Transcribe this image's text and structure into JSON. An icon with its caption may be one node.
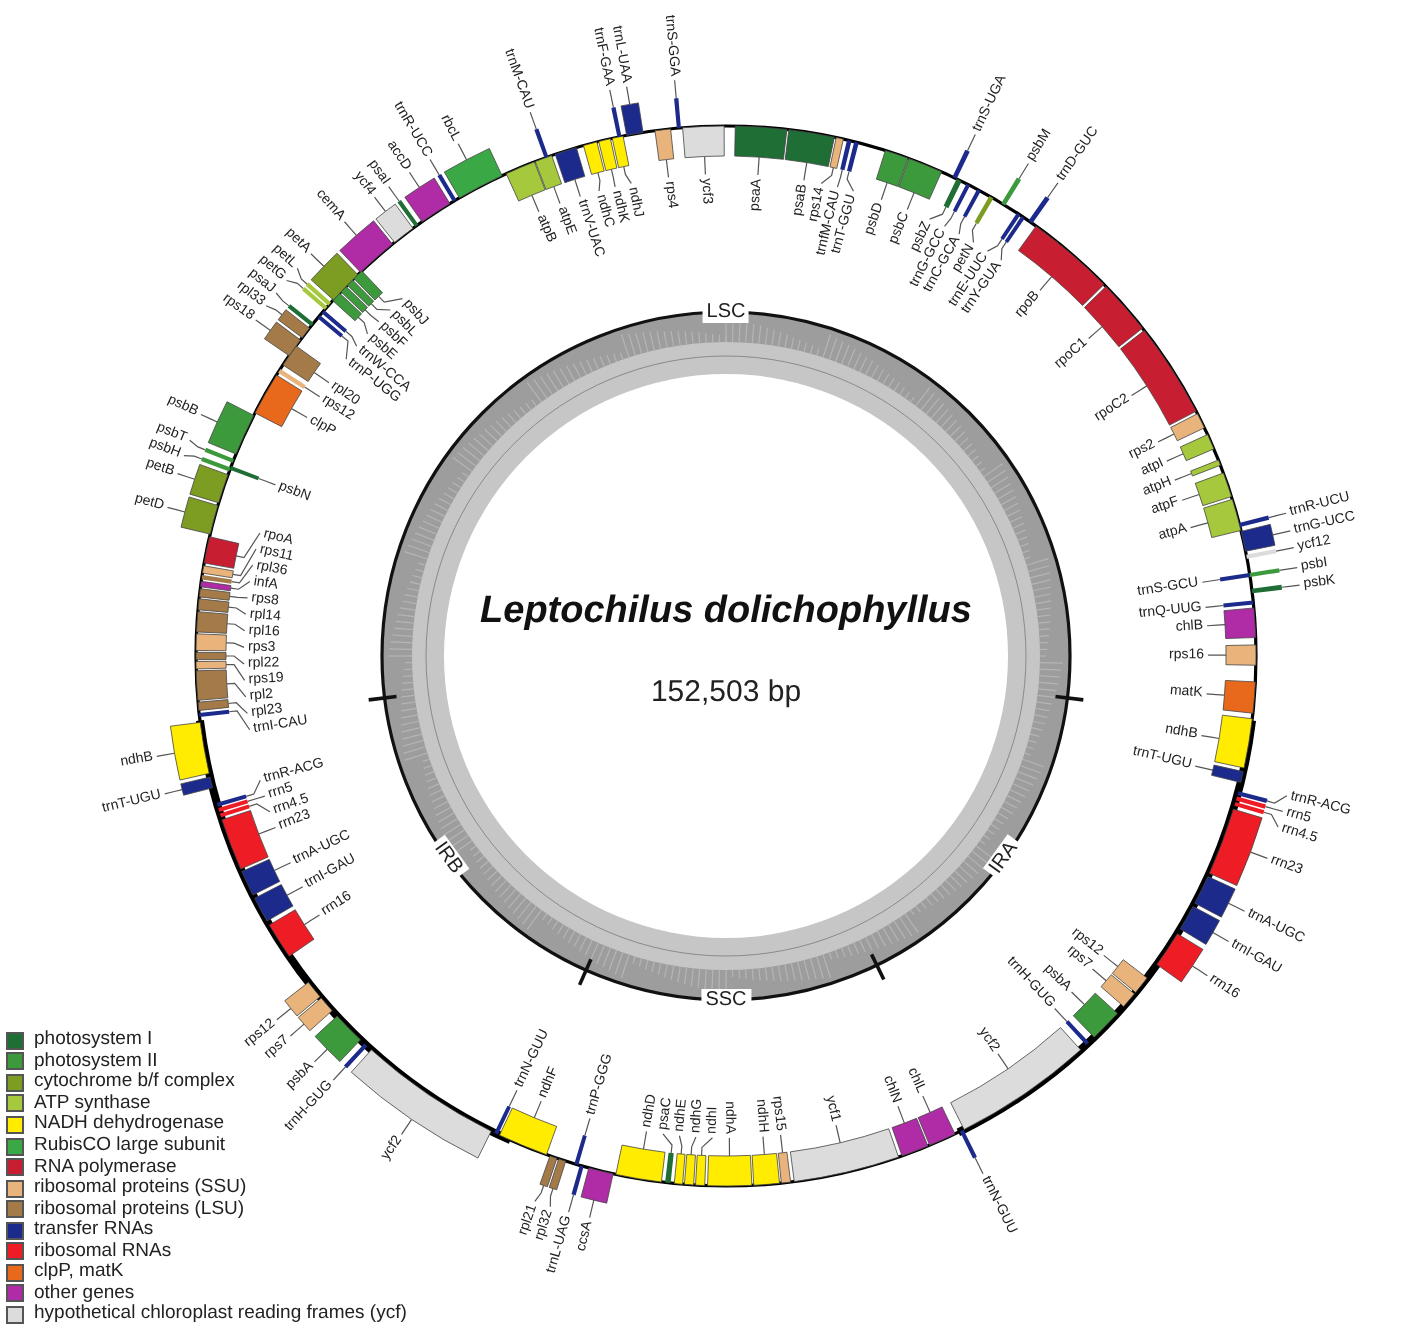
{
  "diagram": {
    "title": "Leptochilus dolichophyllus",
    "nodes": [
      {
        "text": [
          "psaA"
        ]
      },
      {
        "text": [],
        "shape": "box"
      },
      {
        "text": [
          "psaB"
        ]
      },
      {
        "text": [],
        "shape": "box"
      },
      {
        "text": [
          "rps14"
        ]
      },
      {
        "text": [],
        "shape": "box"
      },
      {
        "text": [
          "trnfM-CAU"
        ]
      },
      {
        "text": [],
        "shape": "box"
      },
      {
        "text": [
          "trnT-GGU"
        ]
      },
      {
        "text": [],
        "shape": "box"
      },
      {
        "text": [
          "psbD"
        ]
      },
      {
        "text": [],
        "shape": "box"
      },
      {
        "text": [
          "psbC"
        ]
      },
      {
        "text": [],
        "shape": "box"
      },
      {
        "text": [
          "trnS-UGA"
        ]
      },
      {
        "text": [],
        "shape": "box"
      },
      {
        "text": [
          "psbZ"
        ]
      },
      {
        "text": [],
        "shape": "box"
      },
      {
        "text": [
          "trnG-GCC"
        ]
      },
      {
        "text": [],
        "shape": "box"
      },
      {
        "text": [
          "trnC-GCA"
        ]
      },
      {
        "text": [],
        "shape": "box"
      },
      {
        "text": [
          "petN"
        ]
      },
      {
        "text": [],
        "shape": "box"
      },
      {
        "text": [
          "psbM"
        ]
      },
      {
        "text": [],
        "shape": "box"
      },
      {
        "text": [
          "trnE-UUC"
        ]
      },
      {
        "text": [],
        "shape": "box"
      },
      {
        "text": [
          "trnY-GUA"
        ]
      },
      {
        "text": [],
        "shape": "box"
      },
      {
        "text": [
          "trnD-GUC"
        ]
      },
      {
        "text": [],
        "shape": "box"
      },
      {
        "text": [
          "rpoB"
        ]
      },
      {
        "text": [],
        "shape": "box"
      },
      {
        "text": [
          "rpoC1"
        ]
      },
      {
        "text": [],
        "shape": "box"
      },
      {
        "text": [
          "rpoC2"
        ]
      },
      {
        "text": [],
        "shape": "box"
      },
      {
        "text": [
          "rps2"
        ]
      },
      {
        "text": [],
        "shape": "box"
      },
      {
        "text": [
          "atpI"
        ]
      },
      {
        "text": [],
        "shape": "box"
      },
      {
        "text": [
          "atpH"
        ]
      },
      {
        "text": [],
        "shape": "box"
      },
      {
        "text": [
          "atpF"
        ]
      },
      {
        "text": [],
        "shape": "box"
      },
      {
        "text": [
          "atpA"
        ]
      },
      {
        "text": [],
        "shape": "box"
      },
      {
        "text": [
          "trnR-UCU"
        ]
      },
      {
        "text": [],
        "shape": "box"
      },
      {
        "text": [
          "trnG-UCC"
        ]
      },
      {
        "text": [],
        "shape": "box"
      },
      {
        "text": [
          "ycf12"
        ]
      },
      {
        "text": [],
        "shape": "box"
      },
      {
        "text": [
          "psbI"
        ]
      },
      {
        "text": [],
        "shape": "box"
      },
      {
        "text": [
          "trnS-GCU"
        ]
      },
      {
        "text": [],
        "shape": "box"
      },
      {
        "text": [
          "psbK"
        ]
      },
      {
        "text": [],
        "shape": "box"
      },
      {
        "text": [
          "trnQ-UUG"
        ]
      },
      {
        "text": [],
        "shape": "box"
      },
      {
        "text": [
          "chlB"
        ]
      },
      {
        "text": [],
        "shape": "box"
      },
      {
        "text": [
          "rps16"
        ]
      },
      {
        "text": [],
        "shape": "box"
      },
      {
        "text": [
          "matK"
        ]
      },
      {
        "text": [],
        "shape": "box"
      },
      {
        "text": [
          "ndhB"
        ]
      },
      {
        "text": [],
        "shape": "box"
      },
      {
        "text": [
          "trnT-UGU"
        ]
      },
      {
        "text": [],
        "shape": "box"
      },
      {
        "text": [
          "trnR-ACG"
        ]
      },
      {
        "text": [],
        "shape": "box"
      },
      {
        "text": [
          "rrn5"
        ]
      },
      {
        "text": [],
        "shape": "box"
      },
      {
        "text": [
          "rrn4.5"
        ]
      },
      {
        "text": [],
        "shape": "box"
      },
      {
        "text": [
          "rrn23"
        ]
      },
      {
        "text": [],
        "shape": "box"
      },
      {
        "text": [
          "trnA-UGC"
        ]
      },
      {
        "text": [],
        "shape": "box"
      },
      {
        "text": [
          "trnI-GAU"
        ]
      },
      {
        "text": [],
        "shape": "box"
      },
      {
        "text": [
          "rrn16"
        ]
      },
      {
        "text": [],
        "shape": "box"
      },
      {
        "text": [
          "rps12"
        ]
      },
      {
        "text": [],
        "shape": "box"
      },
      {
        "text": [
          "rps7"
        ]
      },
      {
        "text": [],
        "shape": "box"
      },
      {
        "text": [
          "psbA"
        ]
      },
      {
        "text": [],
        "shape": "box"
      },
      {
        "text": [
          "trnH-GUG"
        ]
      },
      {
        "text": [],
        "shape": "box"
      },
      {
        "text": [
          "ycf2"
        ]
      },
      {
        "text": [],
        "shape": "box"
      },
      {
        "text": [
          "trnN-GUU"
        ]
      },
      {
        "text": [],
        "shape": "box"
      },
      {
        "text": [
          "chlL"
        ]
      },
      {
        "text": [],
        "shape": "box"
      },
      {
        "text": [
          "chlN"
        ]
      },
      {
        "text": [],
        "shape": "box"
      },
      {
        "text": [
          "ycf1"
        ]
      },
      {
        "text": [],
        "shape": "box"
      },
      {
        "text": [
          "rps15"
        ]
      },
      {
        "text": [],
        "shape": "box"
      },
      {
        "text": [
          "ndhH"
        ]
      },
      {
        "text": [],
        "shape": "box"
      },
      {
        "text": [
          "ndhA"
        ]
      },
      {
        "text": [],
        "shape": "box"
      },
      {
        "text": [
          "ndhI"
        ]
      },
      {
        "text": [],
        "shape": "box"
      },
      {
        "text": [
          "ndhG"
        ]
      },
      {
        "text": [],
        "shape": "box"
      },
      {
        "text": [
          "ndhE"
        ]
      },
      {
        "text": [],
        "shape": "box"
      },
      {
        "text": [
          "psaC"
        ]
      },
      {
        "text": [],
        "shape": "box"
      },
      {
        "text": [
          "ndhD"
        ]
      },
      {
        "text": [],
        "shape": "box"
      },
      {
        "text": [
          "ccsA"
        ]
      },
      {
        "text": [],
        "shape": "box"
      },
      {
        "text": [
          "trnL-UAG"
        ]
      },
      {
        "text": [],
        "shape": "box"
      },
      {
        "text": [
          "trnP-GGG"
        ]
      },
      {
        "text": [],
        "shape": "box"
      },
      {
        "text": [
          "rpl32"
        ]
      },
      {
        "text": [],
        "shape": "box"
      },
      {
        "text": [
          "rpl21"
        ]
      },
      {
        "text": [],
        "shape": "box"
      },
      {
        "text": [
          "ndhF"
        ]
      },
      {
        "text": [],
        "shape": "box"
      },
      {
        "text": [
          "trnN-GUU"
        ]
      },
      {
        "text": [],
        "shape": "box"
      },
      {
        "text": [
          "ycf2"
        ]
      },
      {
        "text": [],
        "shape": "box"
      },
      {
        "text": [
          "trnH-GUG"
        ]
      },
      {
        "text": [],
        "shape": "box"
      },
      {
        "text": [
          "psbA"
        ]
      },
      {
        "text": [],
        "shape": "box"
      },
      {
        "text": [
          "rps7"
        ]
      },
      {
        "text": [],
        "shape": "box"
      },
      {
        "text": [
          "rps12"
        ]
      },
      {
        "text": [],
        "shape": "box"
      },
      {
        "text": [
          "rrn16"
        ]
      },
      {
        "text": [],
        "shape": "box"
      },
      {
        "text": [
          "trnI-GAU"
        ]
      },
      {
        "text": [],
        "shape": "box"
      },
      {
        "text": [
          "trnA-UGC"
        ]
      },
      {
        "text": [],
        "shape": "box"
      },
      {
        "text": [
          "rrn23"
        ]
      },
      {
        "text": [],
        "shape": "box"
      },
      {
        "text": [
          "rrn4.5"
        ]
      },
      {
        "text": [],
        "shape": "box"
      },
      {
        "text": [
          "rrn5"
        ]
      },
      {
        "text": [],
        "shape": "box"
      },
      {
        "text": [
          "trnR-ACG"
        ]
      },
      {
        "text": [],
        "shape": "box"
      },
      {
        "text": [
          "trnT-UGU"
        ]
      },
      {
        "text": [],
        "shape": "box"
      },
      {
        "text": [
          "ndhB"
        ]
      },
      {
        "text": [],
        "shape": "box"
      },
      {
        "text": [
          "trnI-CAU"
        ]
      },
      {
        "text": [],
        "shape": "box"
      },
      {
        "text": [
          "rpl23"
        ]
      },
      {
        "text": [],
        "shape": "box"
      },
      {
        "text": [
          "rpl2"
        ]
      },
      {
        "text": [],
        "shape": "box"
      },
      {
        "text": [
          "rps19"
        ]
      },
      {
        "text": [],
        "shape": "box"
      },
      {
        "text": [
          "rpl22"
        ]
      },
      {
        "text": [],
        "shape": "box"
      },
      {
        "text": [
          "rps3"
        ]
      },
      {
        "text": [],
        "shape": "box"
      },
      {
        "text": [
          "rpl16"
        ]
      },
      {
        "text": [],
        "shape": "box"
      },
      {
        "text": [
          "rpl14"
        ]
      },
      {
        "text": [],
        "shape": "box"
      },
      {
        "text": [
          "rps8"
        ]
      },
      {
        "text": [],
        "shape": "box"
      },
      {
        "text": [
          "infA"
        ]
      },
      {
        "text": [],
        "shape": "box"
      },
      {
        "text": [
          "rpl36"
        ]
      },
      {
        "text": [],
        "shape": "box"
      },
      {
        "text": [
          "rps11"
        ]
      },
      {
        "text": [],
        "shape": "box"
      },
      {
        "text": [
          "rpoA"
        ]
      },
      {
        "text": [],
        "shape": "box"
      },
      {
        "text": [
          "petD"
        ]
      },
      {
        "text": [],
        "shape": "box"
      },
      {
        "text": [
          "petB"
        ]
      },
      {
        "text": [],
        "shape": "box"
      },
      {
        "text": [
          "psbH"
        ]
      },
      {
        "text": [],
        "shape": "box"
      },
      {
        "text": [
          "psbN"
        ]
      },
      {
        "text": [],
        "shape": "box"
      },
      {
        "text": [
          "psbT"
        ]
      },
      {
        "text": [],
        "shape": "box"
      },
      {
        "text": [
          "psbB"
        ]
      },
      {
        "text": [],
        "shape": "box"
      },
      {
        "text": [
          "clpP"
        ]
      },
      {
        "text": [],
        "shape": "box"
      },
      {
        "text": [
          "rps12"
        ]
      },
      {
        "text": [],
        "shape": "box"
      },
      {
        "text": [
          "rpl20"
        ]
      },
      {
        "text": [],
        "shape": "box"
      },
      {
        "text": [
          "rps18"
        ]
      },
      {
        "text": [],
        "shape": "box"
      },
      {
        "text": [
          "rpl33"
        ]
      },
      {
        "text": [],
        "shape": "box"
      },
      {
        "text": [
          "psaJ"
        ]
      },
      {
        "text": [],
        "shape": "box"
      },
      {
        "text": [
          "trnP-UGG"
        ]
      },
      {
        "text": [],
        "shape": "box"
      },
      {
        "text": [
          "trnW-CCA"
        ]
      },
      {
        "text": [],
        "shape": "box"
      },
      {
        "text": [
          "petG"
        ]
      },
      {
        "text": [],
        "shape": "box"
      },
      {
        "text": [
          "petL"
        ]
      },
      {
        "text": [],
        "shape": "box"
      },
      {
        "text": [
          "psbE"
        ]
      },
      {
        "text": [],
        "shape": "box"
      },
      {
        "text": [
          "psbF"
        ]
      },
      {
        "text": [],
        "shape": "box"
      },
      {
        "text": [
          "psbL"
        ]
      },
      {
        "text": [],
        "shape": "box"
      },
      {
        "text": [
          "psbJ"
        ]
      },
      {
        "text": [],
        "shape": "box"
      },
      {
        "text": [
          "petA"
        ]
      },
      {
        "text": [],
        "shape": "box"
      },
      {
        "text": [
          "cemA"
        ]
      },
      {
        "text": [],
        "shape": "box"
      },
      {
        "text": [
          "ycf4"
        ]
      },
      {
        "text": [],
        "shape": "box"
      },
      {
        "text": [
          "psaI"
        ]
      },
      {
        "text": [],
        "shape": "box"
      },
      {
        "text": [
          "accD"
        ]
      },
      {
        "text": [],
        "shape": "box"
      },
      {
        "text": [
          "trnR-UCC"
        ]
      },
      {
        "text": [],
        "shape": "box"
      },
      {
        "text": [
          "rbcL"
        ]
      },
      {
        "text": [],
        "shape": "box"
      },
      {
        "text": [
          "atpB"
        ]
      },
      {
        "text": [],
        "shape": "box"
      },
      {
        "text": [
          "atpE"
        ]
      },
      {
        "text": [],
        "shape": "box"
      },
      {
        "text": [
          "trnM-CAU"
        ]
      },
      {
        "text": [],
        "shape": "box"
      },
      {
        "text": [
          "trnV-UAC"
        ]
      },
      {
        "text": [],
        "shape": "box"
      },
      {
        "text": [
          "ndhC"
        ]
      },
      {
        "text": [],
        "shape": "box"
      },
      {
        "text": [
          "ndhK"
        ]
      },
      {
        "text": [],
        "shape": "box"
      },
      {
        "text": [
          "ndhJ"
        ]
      },
      {
        "text": [],
        "shape": "box"
      },
      {
        "text": [
          "trnF-GAA"
        ]
      },
      {
        "text": [],
        "shape": "box"
      },
      {
        "text": [
          "trnL-UAA"
        ]
      },
      {
        "text": [],
        "shape": "box"
      },
      {
        "text": [
          "rps4"
        ]
      },
      {
        "text": [],
        "shape": "box"
      },
      {
        "text": [
          "trnS-GGA"
        ]
      },
      {
        "text": [],
        "shape": "box"
      },
      {
        "text": [
          "ycf3"
        ]
      },
      {
        "text": [],
        "shape": "box"
      }
    ],
    "edges": [
      {
        "from": 0,
        "to": 1,
        "arrow": "none"
      },
      {
        "from": 2,
        "to": 3,
        "arrow": "none"
      },
      {
        "from": 4,
        "to": 5,
        "arrow": "none"
      },
      {
        "from": 6,
        "to": 7,
        "arrow": "none"
      },
      {
        "from": 8,
        "to": 9,
        "arrow": "none"
      },
      {
        "from": 10,
        "to": 11,
        "arrow": "none"
      },
      {
        "from": 12,
        "to": 13,
        "arrow": "none"
      },
      {
        "from": 14,
        "to": 15,
        "arrow": "none"
      },
      {
        "from": 16,
        "to": 17,
        "arrow": "none"
      },
      {
        "from": 18,
        "to": 19,
        "arrow": "none"
      },
      {
        "from": 20,
        "to": 21,
        "arrow": "none"
      },
      {
        "from": 22,
        "to": 23,
        "arrow": "none"
      },
      {
        "from": 24,
        "to": 25,
        "arrow": "none"
      },
      {
        "from": 26,
        "to": 27,
        "arrow": "none"
      },
      {
        "from": 28,
        "to": 29,
        "arrow": "none"
      },
      {
        "from": 30,
        "to": 31,
        "arrow": "none"
      },
      {
        "from": 32,
        "to": 33,
        "arrow": "none"
      },
      {
        "from": 34,
        "to": 35,
        "arrow": "none"
      },
      {
        "from": 36,
        "to": 37,
        "arrow": "none"
      },
      {
        "from": 38,
        "to": 39,
        "arrow": "none"
      },
      {
        "from": 40,
        "to": 41,
        "arrow": "none"
      },
      {
        "from": 42,
        "to": 43,
        "arrow": "none"
      },
      {
        "from": 44,
        "to": 45,
        "arrow": "none"
      },
      {
        "from": 46,
        "to": 47,
        "arrow": "none"
      },
      {
        "from": 48,
        "to": 49,
        "arrow": "none"
      },
      {
        "from": 50,
        "to": 51,
        "arrow": "none"
      },
      {
        "from": 52,
        "to": 53,
        "arrow": "none"
      },
      {
        "from": 54,
        "to": 55,
        "arrow": "none"
      },
      {
        "from": 56,
        "to": 57,
        "arrow": "none"
      },
      {
        "from": 58,
        "to": 59,
        "arrow": "none"
      },
      {
        "from": 60,
        "to": 61,
        "arrow": "none"
      },
      {
        "from": 62,
        "to": 63,
        "arrow": "none"
      },
      {
        "from": 64,
        "to": 65,
        "arrow": "none"
      },
      {
        "from": 66,
        "to": 67,
        "arrow": "none"
      },
      {
        "from": 68,
        "to": 69,
        "arrow": "none"
      },
      {
        "from": 70,
        "to": 71,
        "arrow": "none"
      },
      {
        "from": 72,
        "to": 73,
        "arrow": "none"
      },
      {
        "from": 74,
        "to": 75,
        "arrow": "none"
      },
      {
        "from": 76,
        "to": 77,
        "arrow": "none"
      },
      {
        "from": 78,
        "to": 79,
        "arrow": "none"
      },
      {
        "from": 80,
        "to": 81,
        "arrow": "none"
      },
      {
        "from": 82,
        "to": 83,
        "arrow": "none"
      },
      {
        "from": 84,
        "to": 85,
        "arrow": "none"
      },
      {
        "from": 86,
        "to": 87,
        "arrow": "none"
      },
      {
        "from": 88,
        "to": 89,
        "arrow": "none"
      },
      {
        "from": 90,
        "to": 91,
        "arrow": "none"
      },
      {
        "from": 92,
        "to": 93,
        "arrow": "none"
      },
      {
        "from": 94,
        "to": 95,
        "arrow": "none"
      },
      {
        "from": 96,
        "to": 97,
        "arrow": "none"
      },
      {
        "from": 98,
        "to": 99,
        "arrow": "none"
      },
      {
        "from": 100,
        "to": 101,
        "arrow": "none"
      },
      {
        "from": 102,
        "to": 103,
        "arrow": "none"
      },
      {
        "from": 104,
        "to": 105,
        "arrow": "none"
      },
      {
        "from": 106,
        "to": 107,
        "arrow": "none"
      },
      {
        "from": 108,
        "to": 109,
        "arrow": "none"
      },
      {
        "from": 110,
        "to": 111,
        "arrow": "none"
      },
      {
        "from": 112,
        "to": 113,
        "arrow": "none"
      },
      {
        "from": 114,
        "to": 115,
        "arrow": "none"
      },
      {
        "from": 116,
        "to": 117,
        "arrow": "none"
      },
      {
        "from": 118,
        "to": 119,
        "arrow": "none"
      },
      {
        "from": 120,
        "to": 121,
        "arrow": "none"
      },
      {
        "from": 122,
        "to": 123,
        "arrow": "none"
      },
      {
        "from": 124,
        "to": 125,
        "arrow": "none"
      },
      {
        "from": 126,
        "to": 127,
        "arrow": "none"
      },
      {
        "from": 128,
        "to": 129,
        "arrow": "none"
      },
      {
        "from": 130,
        "to": 131,
        "arrow": "none"
      },
      {
        "from": 132,
        "to": 133,
        "arrow": "none"
      },
      {
        "from": 134,
        "to": 135,
        "arrow": "none"
      },
      {
        "from": 136,
        "to": 137,
        "arrow": "none"
      },
      {
        "from": 138,
        "to": 139,
        "arrow": "none"
      },
      {
        "from": 140,
        "to": 141,
        "arrow": "none"
      },
      {
        "from": 142,
        "to": 143,
        "arrow": "none"
      },
      {
        "from": 144,
        "to": 145,
        "arrow": "none"
      },
      {
        "from": 146,
        "to": 147,
        "arrow": "none"
      },
      {
        "from": 148,
        "to": 149,
        "arrow": "none"
      },
      {
        "from": 150,
        "to": 151,
        "arrow": "none"
      },
      {
        "from": 152,
        "to": 153,
        "arrow": "none"
      },
      {
        "from": 154,
        "to": 155,
        "arrow": "none"
      },
      {
        "from": 156,
        "to": 157,
        "arrow": "none"
      },
      {
        "from": 158,
        "to": 159,
        "arrow": "none"
      },
      {
        "from": 160,
        "to": 161,
        "arrow": "none"
      },
      {
        "from": 162,
        "to": 163,
        "arrow": "none"
      },
      {
        "from": 164,
        "to": 165,
        "arrow": "none"
      },
      {
        "from": 166,
        "to": 167,
        "arrow": "none"
      },
      {
        "from": 168,
        "to": 169,
        "arrow": "none"
      },
      {
        "from": 170,
        "to": 171,
        "arrow": "none"
      },
      {
        "from": 172,
        "to": 173,
        "arrow": "none"
      },
      {
        "from": 174,
        "to": 175,
        "arrow": "none"
      },
      {
        "from": 176,
        "to": 177,
        "arrow": "none"
      },
      {
        "from": 178,
        "to": 179,
        "arrow": "none"
      },
      {
        "from": 180,
        "to": 181,
        "arrow": "none"
      },
      {
        "from": 182,
        "to": 183,
        "arrow": "none"
      },
      {
        "from": 184,
        "to": 185,
        "arrow": "none"
      },
      {
        "from": 186,
        "to": 187,
        "arrow": "none"
      },
      {
        "from": 188,
        "to": 189,
        "arrow": "none"
      },
      {
        "from": 190,
        "to": 191,
        "arrow": "none"
      },
      {
        "from": 192,
        "to": 193,
        "arrow": "none"
      },
      {
        "from": 194,
        "to": 195,
        "arrow": "none"
      },
      {
        "from": 196,
        "to": 197,
        "arrow": "none"
      },
      {
        "from": 198,
        "to": 199,
        "arrow": "none"
      },
      {
        "from": 200,
        "to": 201,
        "arrow": "none"
      },
      {
        "from": 202,
        "to": 203,
        "arrow": "none"
      },
      {
        "from": 204,
        "to": 205,
        "arrow": "none"
      },
      {
        "from": 206,
        "to": 207,
        "arrow": "none"
      },
      {
        "from": 208,
        "to": 209,
        "arrow": "none"
      },
      {
        "from": 210,
        "to": 211,
        "arrow": "none"
      },
      {
        "from": 212,
        "to": 213,
        "arrow": "none"
      },
      {
        "from": 214,
        "to": 215,
        "arrow": "none"
      },
      {
        "from": 216,
        "to": 217,
        "arrow": "none"
      },
      {
        "from": 218,
        "to": 219,
        "arrow": "none"
      },
      {
        "from": 220,
        "to": 221,
        "arrow": "none"
      },
      {
        "from": 222,
        "to": 223,
        "arrow": "none"
      },
      {
        "from": 224,
        "to": 225,
        "arrow": "none"
      },
      {
        "from": 226,
        "to": 227,
        "arrow": "none"
      },
      {
        "from": 228,
        "to": 229,
        "arrow": "none"
      },
      {
        "from": 230,
        "to": 231,
        "arrow": "none"
      },
      {
        "from": 232,
        "to": 233,
        "arrow": "none"
      },
      {
        "from": 234,
        "to": 235,
        "arrow": "none"
      },
      {
        "from": 236,
        "to": 237,
        "arrow": "none"
      },
      {
        "from": 238,
        "to": 239,
        "arrow": "none"
      },
      {
        "from": 240,
        "to": 241,
        "arrow": "none"
      },
      {
        "from": 242,
        "to": 243,
        "arrow": "none"
      },
      {
        "from": 244,
        "to": 245,
        "arrow": "none"
      },
      {
        "from": 246,
        "to": 247,
        "arrow": "none"
      },
      {
        "from": 248,
        "to": 249,
        "arrow": "none"
      },
      {
        "from": 250,
        "to": 251,
        "arrow": "none"
      },
      {
        "from": 252,
        "to": 253,
        "arrow": "none"
      },
      {
        "from": 254,
        "to": 255,
        "arrow": "none"
      },
      {
        "from": 256,
        "to": 257,
        "arrow": "none"
      },
      {
        "from": 258,
        "to": 259,
        "arrow": "none"
      },
      {
        "from": 260,
        "to": 261,
        "arrow": "none"
      },
      {
        "from": 262,
        "to": 263,
        "arrow": "none"
      },
      {
        "from": 264,
        "to": 265,
        "arrow": "none"
      }
    ],
    "labels": [
      "LSC",
      "152,503 bp",
      "IRB",
      "IRA",
      "SSC"
    ],
    "legend": [
      {
        "text": "photosystem I",
        "color": "#1e6e35"
      },
      {
        "text": "photosystem II",
        "color": "#3c9a3c"
      },
      {
        "text": "cytochrome b/f complex",
        "color": "#7c9c22"
      },
      {
        "text": "ATP synthase",
        "color": "#a5c83c"
      },
      {
        "text": "NADH dehydrogenase",
        "color": "#ffec00"
      },
      {
        "text": "RubisCO large subunit",
        "color": "#3aa845"
      },
      {
        "text": "RNA polymerase",
        "color": "#c81e32"
      },
      {
        "text": "ribosomal proteins (SSU)",
        "color": "#e8b47c"
      },
      {
        "text": "ribosomal proteins (LSU)",
        "color": "#a47a48"
      },
      {
        "text": "transfer RNAs",
        "color": "#1c2a8c"
      },
      {
        "text": "ribosomal RNAs",
        "color": "#ee1c24"
      },
      {
        "text": "clpP, matK",
        "color": "#e8691c"
      },
      {
        "text": "other genes",
        "color": "#b02ca6"
      },
      {
        "text": "hypothetical chloroplast reading frames (ycf)",
        "color": "#dcdcdc"
      }
    ]
  }
}
